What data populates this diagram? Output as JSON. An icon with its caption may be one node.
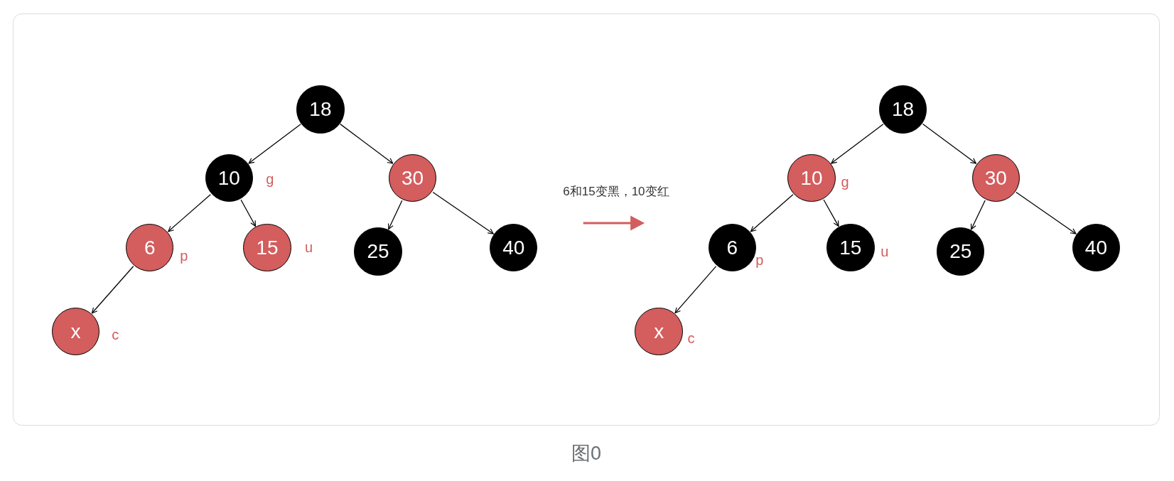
{
  "diagram": {
    "caption": "图0",
    "nodes": [
      {
        "text": [
          "18"
        ]
      },
      {
        "text": [
          "10"
        ],
        "beside": [
          "g"
        ]
      },
      {
        "text": [
          "30"
        ]
      },
      {
        "text": [
          "6"
        ],
        "beside": [
          "p"
        ]
      },
      {
        "text": [
          "15"
        ],
        "beside": [
          "u"
        ]
      },
      {
        "text": [
          "25"
        ]
      },
      {
        "text": [
          "40"
        ]
      },
      {
        "text": [
          "x"
        ],
        "beside": [
          "c"
        ]
      },
      {
        "text": [
          "18"
        ]
      },
      {
        "text": [
          "10"
        ],
        "beside": [
          "g"
        ]
      },
      {
        "text": [
          "30"
        ]
      },
      {
        "text": [
          "6"
        ],
        "beside": [
          "p"
        ]
      },
      {
        "text": [
          "15"
        ],
        "beside": [
          "u"
        ]
      },
      {
        "text": [
          "25"
        ]
      },
      {
        "text": [
          "40"
        ]
      },
      {
        "text": [
          "x"
        ],
        "beside": [
          "c"
        ]
      }
    ],
    "edges": [
      {
        "from": 0,
        "to": 1,
        "arrow": "to"
      },
      {
        "from": 0,
        "to": 2,
        "arrow": "to"
      },
      {
        "from": 1,
        "to": 3,
        "arrow": "to"
      },
      {
        "from": 1,
        "to": 4,
        "arrow": "to"
      },
      {
        "from": 2,
        "to": 5,
        "arrow": "to"
      },
      {
        "from": 2,
        "to": 6,
        "arrow": "to"
      },
      {
        "from": 3,
        "to": 7,
        "arrow": "to"
      },
      {
        "from": 8,
        "to": 9,
        "arrow": "to"
      },
      {
        "from": 8,
        "to": 10,
        "arrow": "to"
      },
      {
        "from": 9,
        "to": 11,
        "arrow": "to"
      },
      {
        "from": 9,
        "to": 12,
        "arrow": "to"
      },
      {
        "from": 10,
        "to": 13,
        "arrow": "to"
      },
      {
        "from": 10,
        "to": 14,
        "arrow": "to"
      },
      {
        "from": 11,
        "to": 15,
        "arrow": "to"
      }
    ],
    "labels": [
      "6和15变黑，10变红"
    ]
  }
}
